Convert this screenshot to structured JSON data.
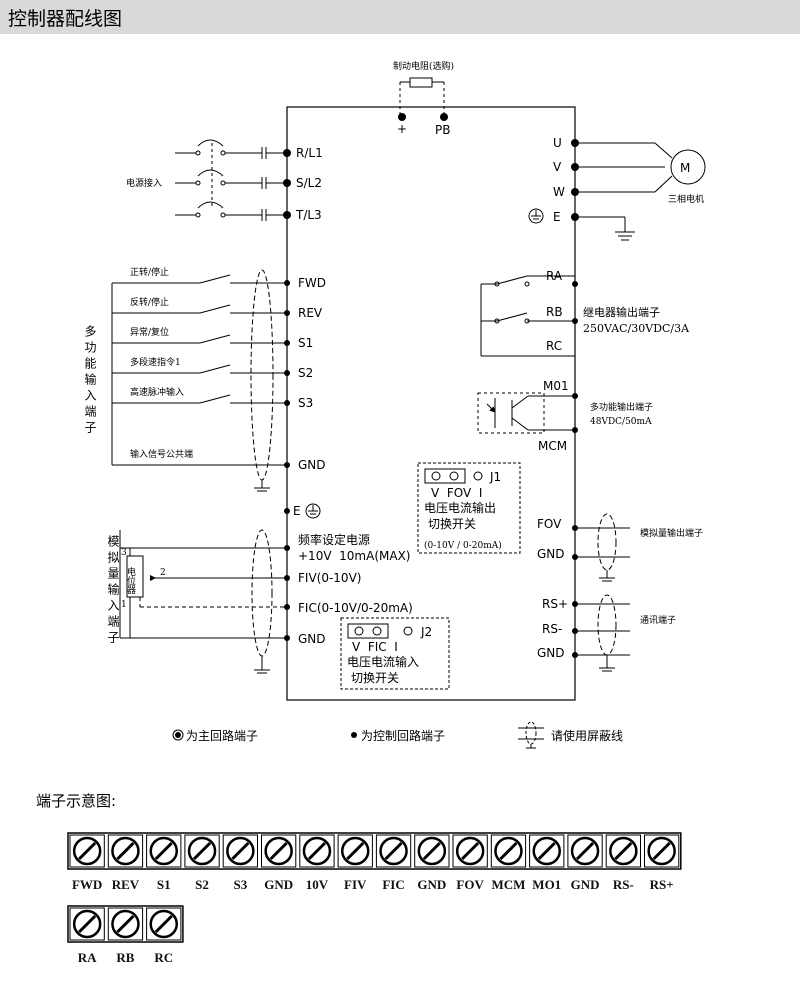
{
  "header": {
    "title": "控制器配线图"
  },
  "brake": {
    "title": "制动电阻(选购)",
    "plus": "+",
    "pb": "PB"
  },
  "power": {
    "group_label": "电源接入",
    "terminals": [
      "R/L1",
      "S/L2",
      "T/L3"
    ]
  },
  "motor": {
    "terminals": [
      "U",
      "V",
      "W",
      "E"
    ],
    "symbol": "M",
    "label": "三相电机"
  },
  "digital_inputs": {
    "group_label": "多功能输入端子",
    "functions": [
      "正转/停止",
      "反转/停止",
      "异常/复位",
      "多段速指令1",
      "高速脉冲输入"
    ],
    "terminals": [
      "FWD",
      "REV",
      "S1",
      "S2",
      "S3"
    ],
    "common_label": "输入信号公共端",
    "gnd": "GND"
  },
  "relay": {
    "terminals": [
      "RA",
      "RB",
      "RC"
    ],
    "label": "继电器输出端子",
    "spec": "250VAC/30VDC/3A"
  },
  "multi_out": {
    "terminals": [
      "M01",
      "MCM"
    ],
    "label": "多功能输出端子",
    "spec": "48VDC/50mA"
  },
  "j1": {
    "name": "J1",
    "options": "V  FOV  I",
    "label1": "电压电流输出",
    "label2": "切换开关",
    "range": "(0-10V / 0-20mA)"
  },
  "analog_out": {
    "terminals": [
      "FOV",
      "GND"
    ],
    "label": "模拟量输出端子"
  },
  "comm": {
    "terminals": [
      "RS+",
      "RS-",
      "GND"
    ],
    "label": "通讯端子"
  },
  "analog_in": {
    "group_label": "模拟量输入端子",
    "e_terminal": "E",
    "supply_label1": "频率设定电源",
    "supply_label2": "+10V  10mA(MAX)",
    "fiv": "FIV(0-10V)",
    "fic": "FIC(0-10V/0-20mA)",
    "gnd": "GND",
    "pot_label": "电位器",
    "pot_pins": [
      "3",
      "2",
      "1"
    ]
  },
  "j2": {
    "name": "J2",
    "options": "V  FIC  I",
    "label1": "电压电流输入",
    "label2": "切换开关"
  },
  "legend": {
    "main": "为主回路端子",
    "control": "为控制回路端子",
    "shield": "请使用屏蔽线"
  },
  "strip": {
    "title": "端子示意图:",
    "row1": [
      "FWD",
      "REV",
      "S1",
      "S2",
      "S3",
      "GND",
      "10V",
      "FIV",
      "FIC",
      "GND",
      "FOV",
      "MCM",
      "MO1",
      "GND",
      "RS-",
      "RS+"
    ],
    "row2": [
      "RA",
      "RB",
      "RC"
    ]
  }
}
